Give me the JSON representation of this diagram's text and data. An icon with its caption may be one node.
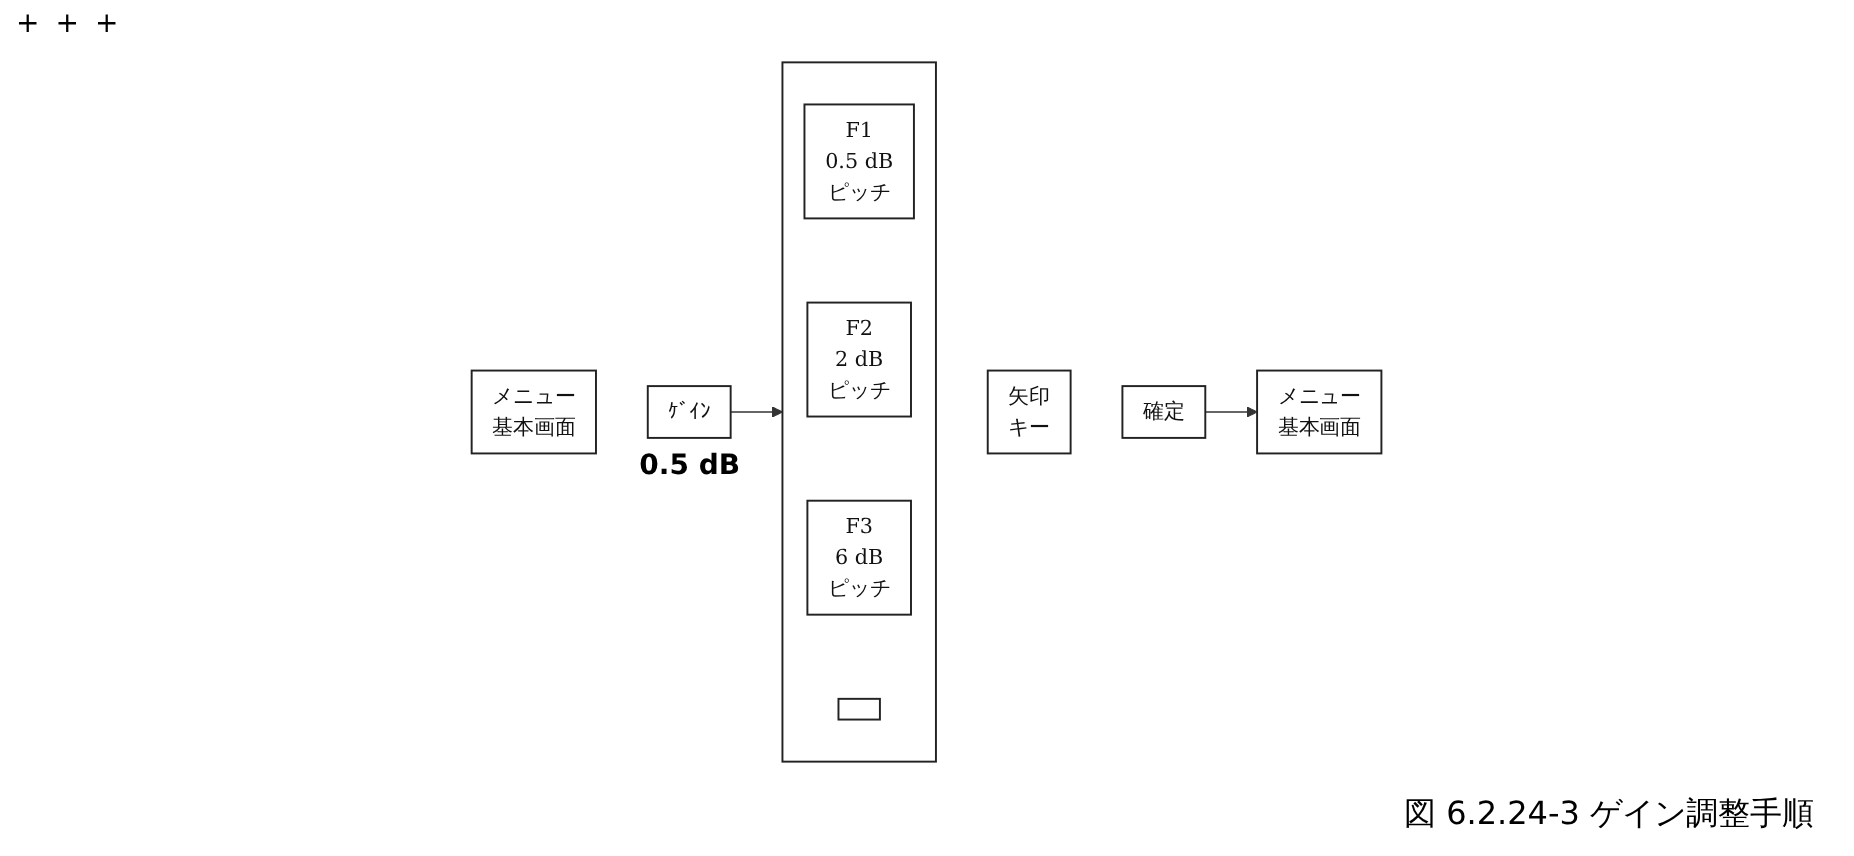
{
  "diagram": {
    "caption": "図 6.2.24-3 ゲイン調整手順",
    "nodes": [
      {
        "text": [
          "メニュー",
          "基本画面"
        ]
      },
      {
        "text": [
          "ｹﾞｲﾝ"
        ],
        "beside": [
          "0.5 dB"
        ]
      },
      {
        "text": [],
        "shape": "box"
      },
      {
        "text": [
          "F1",
          "0.5 dB",
          "ピッチ"
        ],
        "in": 2
      },
      {
        "text": [
          "F2",
          "2 dB",
          "ピッチ"
        ],
        "in": 2
      },
      {
        "text": [
          "F3",
          "6 dB",
          "ピッチ"
        ],
        "in": 2
      },
      {
        "text": [],
        "shape": "box",
        "in": 2
      },
      {
        "text": [
          "矢印",
          "キー"
        ]
      },
      {
        "text": [
          "確定"
        ]
      },
      {
        "text": [
          "メニュー",
          "基本画面"
        ]
      }
    ],
    "edges": [
      {
        "from": 1,
        "to": 2,
        "arrow": "to"
      },
      {
        "from": 8,
        "to": 9,
        "arrow": "to"
      }
    ],
    "labels": [
      "+",
      "+",
      "+"
    ]
  }
}
